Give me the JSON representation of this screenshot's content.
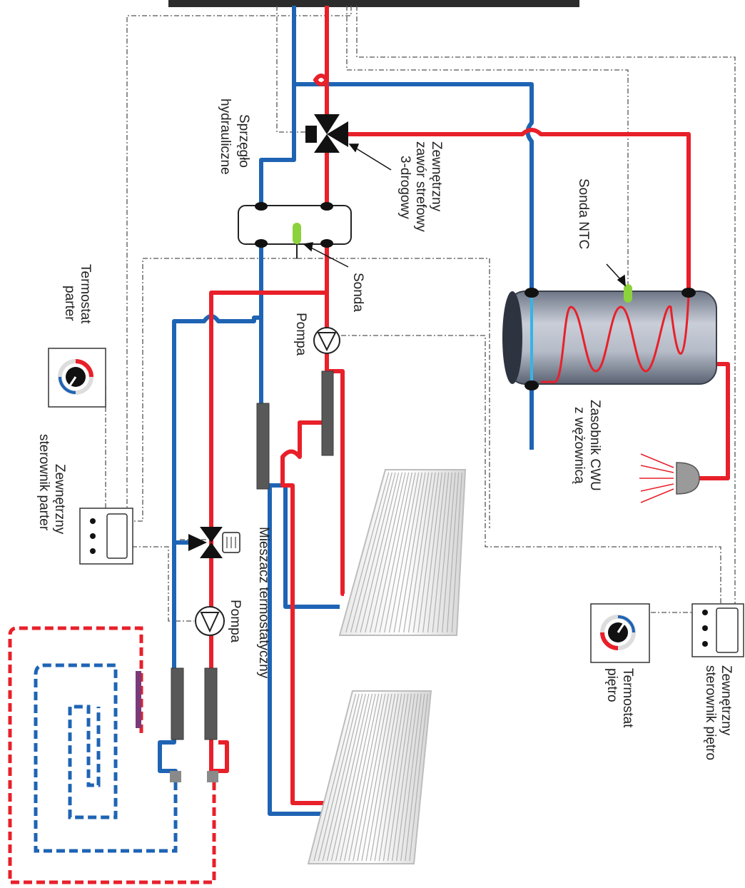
{
  "labels": {
    "sprzeglo_1": "Sprzęgło",
    "sprzeglo_2": "hydrauliczne",
    "zawor_1": "Zewnętrzny",
    "zawor_2": "zawór strefowy",
    "zawor_3": "3-drogowy",
    "sonda_ntc": "Sonda NTC",
    "sonda": "Sonda",
    "pompa_top": "Pompa",
    "zasobnik_1": "Zasobnik CWU",
    "zasobnik_2": "z wężownicą",
    "termostat_parter_1": "Termostat",
    "termostat_parter_2": "parter",
    "sterownik_parter_1": "Zewnętrzny",
    "sterownik_parter_2": "sterownik parter",
    "mieszacz": "Mieszacz termostatyczny",
    "pompa_bottom": "Pompa",
    "sterownik_pietro_1": "Zewnętrzny",
    "sterownik_pietro_2": "sterownik piętro",
    "termostat_pietro_1": "Termostat",
    "termostat_pietro_2": "piętro"
  },
  "colors": {
    "hot_pipe": "#e8202a",
    "cold_pipe": "#1f64b4",
    "control_wire": "#555555",
    "sensor": "#8cd23c",
    "tank": "#9aa3b4"
  }
}
